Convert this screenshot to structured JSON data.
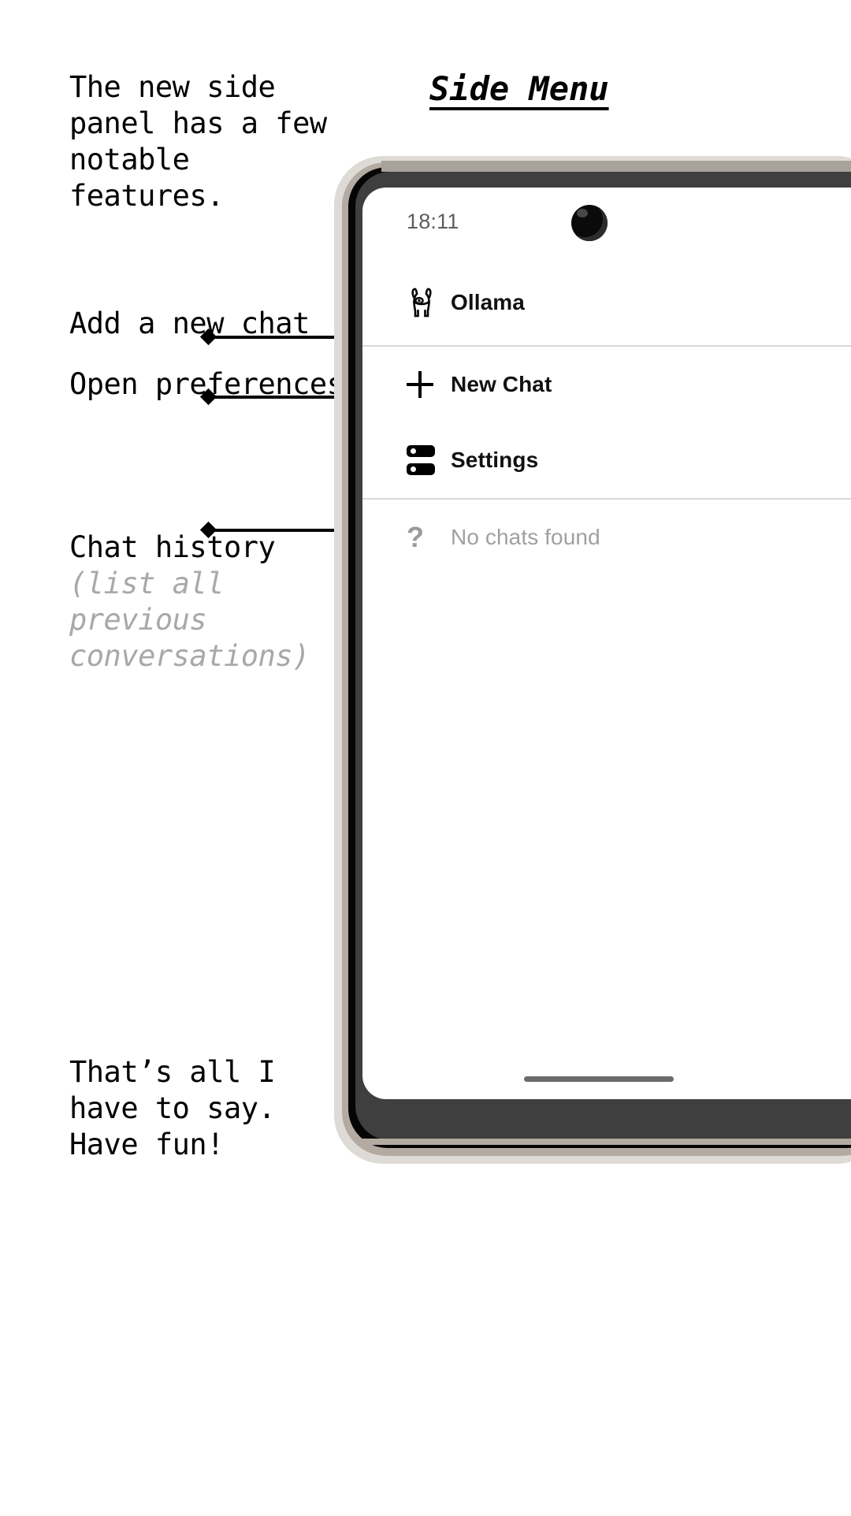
{
  "doc": {
    "title": "Side Menu"
  },
  "annotations": [
    {
      "id": "intro",
      "text": "The new side\npanel has a few\nnotable\nfeatures."
    },
    {
      "id": "new-chat",
      "text": "Add a new chat"
    },
    {
      "id": "preferences",
      "text": "Open preferences"
    },
    {
      "id": "chat-history",
      "text": "Chat history"
    },
    {
      "id": "chat-history-note",
      "text": "(list all\nprevious\nconversations)"
    },
    {
      "id": "outro",
      "text": "That’s all I\nhave to say.\nHave fun!"
    }
  ],
  "phone": {
    "statusbar": {
      "time": "18:11",
      "camera_icon": "punch-hole-camera-icon"
    },
    "brand": {
      "icon": "llama-icon",
      "label": "Ollama"
    },
    "menu_items": [
      {
        "icon": "plus-icon",
        "label": "New Chat"
      },
      {
        "icon": "settings-sliders-icon",
        "label": "Settings"
      }
    ],
    "chat_history": {
      "icon": "question-mark-icon",
      "empty_label": "No chats found"
    },
    "home_indicator": "home-indicator"
  },
  "colors": {
    "text": "#000000",
    "muted_text": "#a8a8a8",
    "screen_bg": "#ffffff",
    "divider": "#d8d8d8",
    "clock": "#5d5d5d",
    "placeholder": "#a0a0a0"
  }
}
